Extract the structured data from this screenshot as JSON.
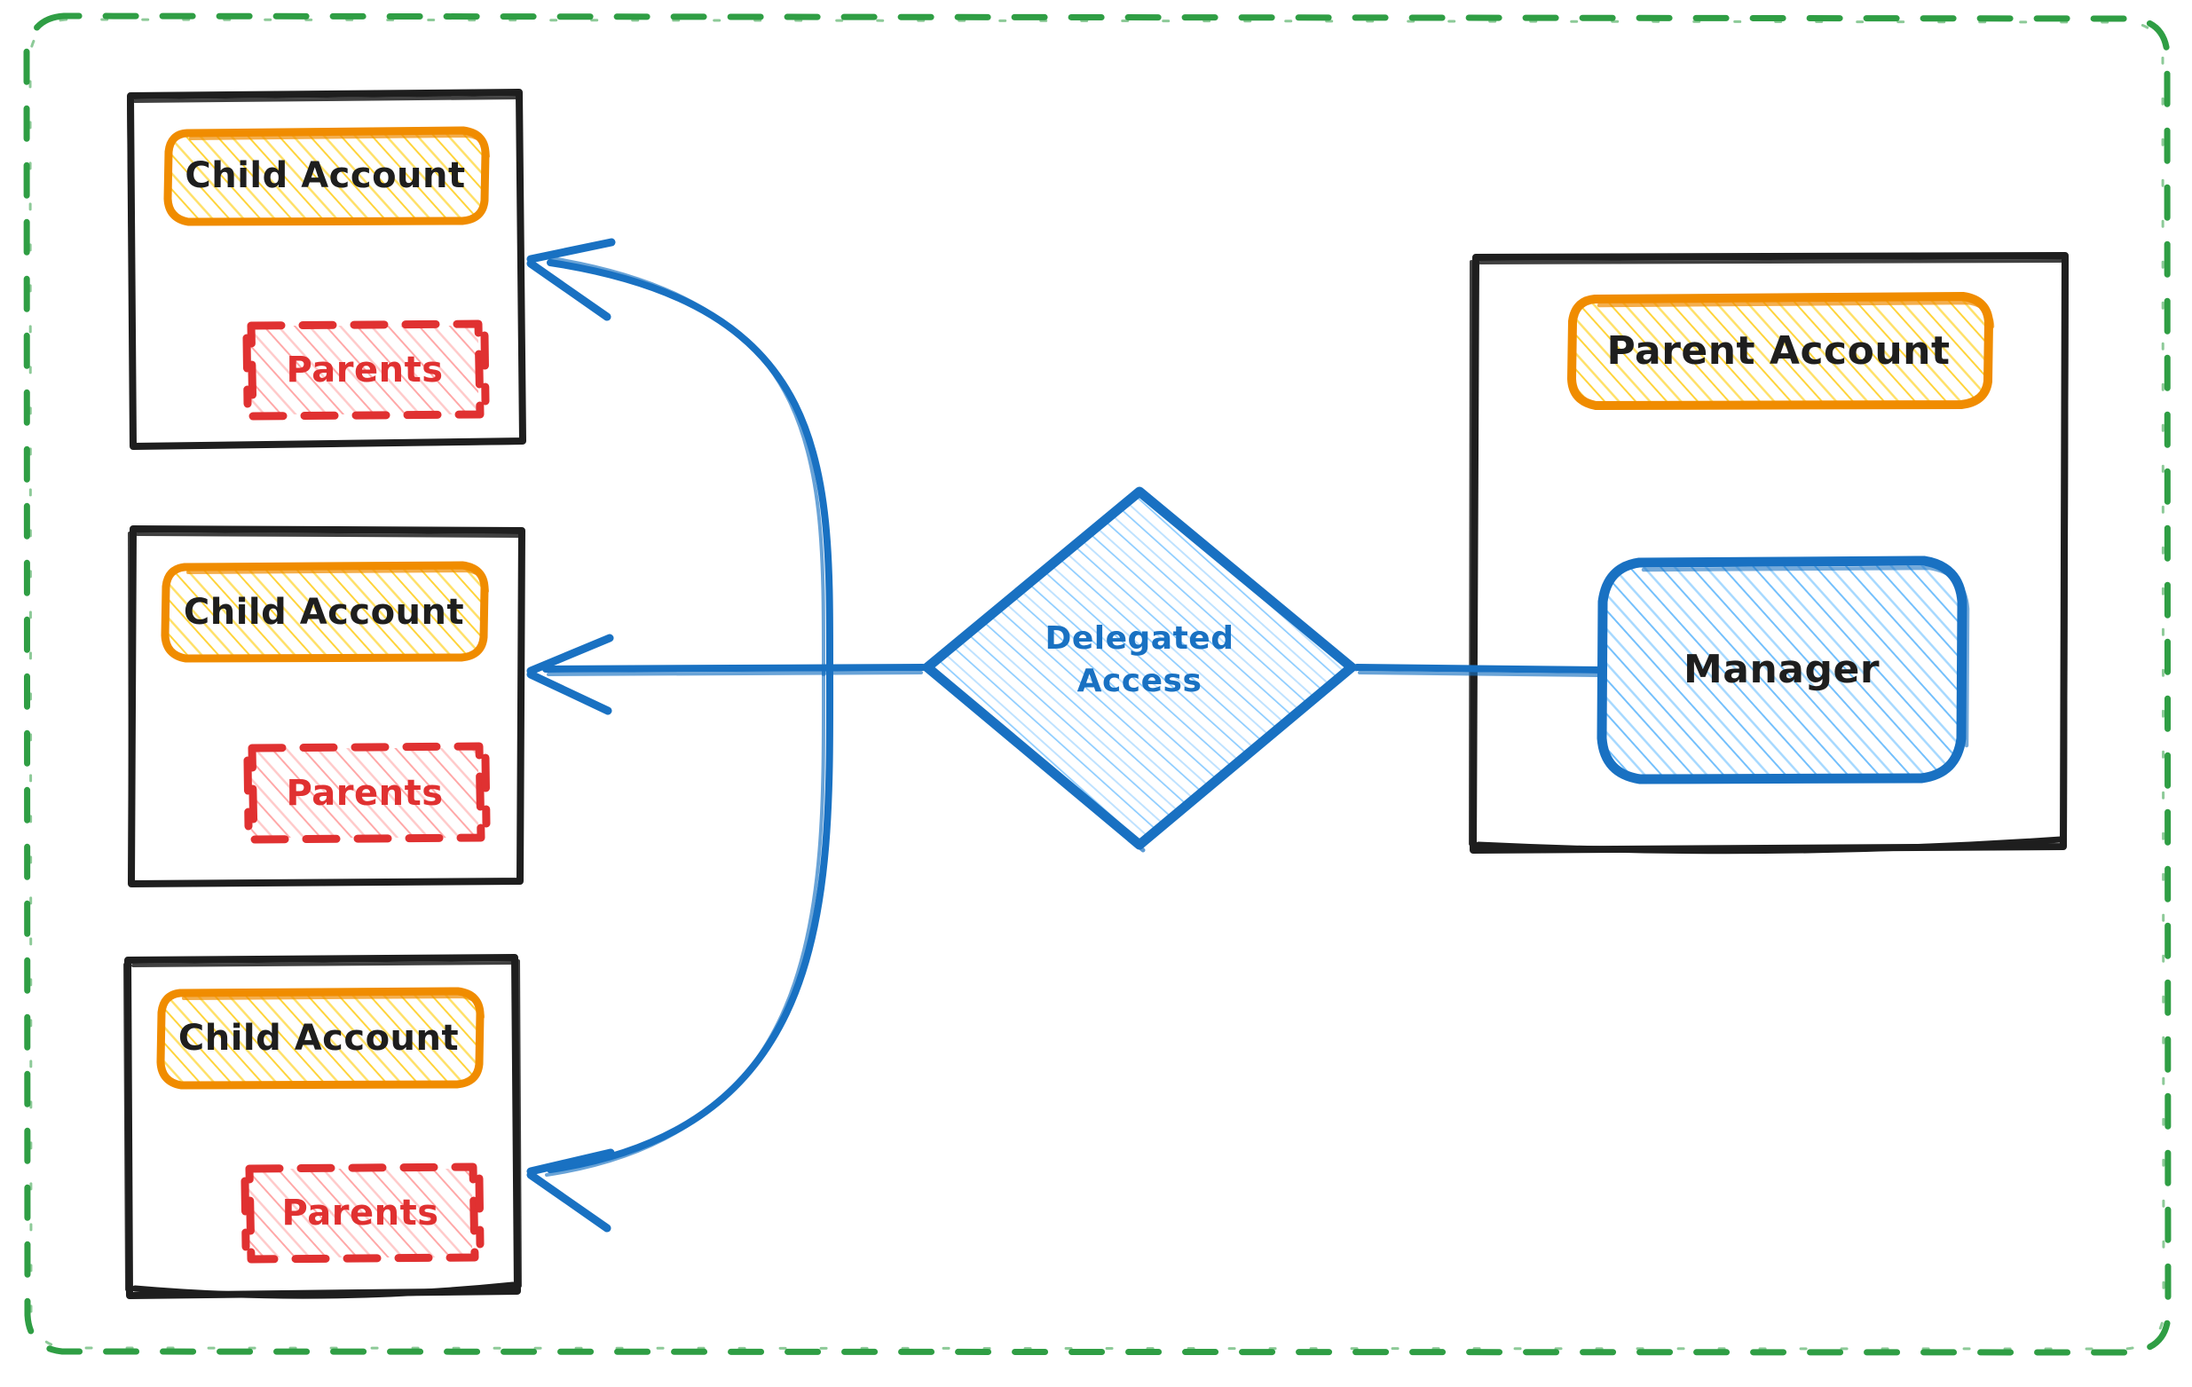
{
  "diagram": {
    "title": "Delegated Access",
    "style": "hand-drawn sketch",
    "colors": {
      "panel_stroke": "#1e1e1e",
      "account_stroke": "#f08c00",
      "account_fill": "#ffec99",
      "parents_stroke": "#e03131",
      "parents_fill": "#ffc9c9",
      "manager_stroke": "#1971c2",
      "manager_fill": "#a5d8ff",
      "diamond_stroke": "#1971c2",
      "diamond_fill": "#a5d8ff",
      "arrow_color": "#1971c2",
      "boundary_stroke": "#2f9e44",
      "background": "#ffffff"
    },
    "boundary": {
      "name": "outer-boundary",
      "stroke_style": "dashed",
      "color": "#2f9e44"
    },
    "children": [
      {
        "account_label": "Child Account",
        "parents_label": "Parents"
      },
      {
        "account_label": "Child Account",
        "parents_label": "Parents"
      },
      {
        "account_label": "Child Account",
        "parents_label": "Parents"
      }
    ],
    "center_node": {
      "label_line1": "Delegated",
      "label_line2": "Access",
      "shape": "diamond"
    },
    "parent_panel": {
      "account_label": "Parent Account",
      "manager_label": "Manager"
    },
    "connectors": [
      {
        "name": "delegated-access-to-child-1",
        "direction": "left",
        "arrowhead": true
      },
      {
        "name": "delegated-access-to-child-2",
        "direction": "left",
        "arrowhead": true
      },
      {
        "name": "delegated-access-to-child-3",
        "direction": "left",
        "arrowhead": true
      },
      {
        "name": "manager-to-delegated-access",
        "direction": "left",
        "arrowhead": false
      }
    ]
  }
}
